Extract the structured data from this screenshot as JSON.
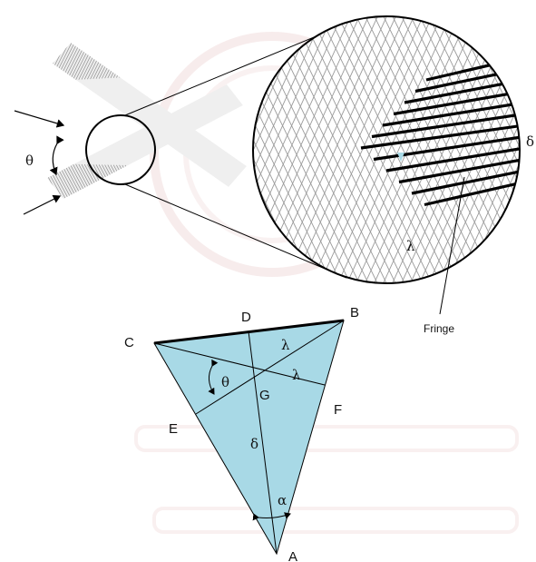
{
  "labels": {
    "theta_top": "θ",
    "delta_zoom": "δ",
    "lambda_zoom": "λ",
    "fringe": "Fringe",
    "point_d": "D",
    "point_b": "B",
    "point_c": "C",
    "point_e": "E",
    "point_f": "F",
    "point_g": "G",
    "point_a": "A",
    "theta_tri": "θ",
    "lambda_upper": "λ",
    "lambda_lower": "λ",
    "delta_tri": "δ",
    "alpha": "α"
  },
  "colors": {
    "triangle_fill": "#a8d9e6",
    "fringe_line": "#000000",
    "grating_line": "#9a9a9a",
    "outline": "#000000",
    "watermark": "#f2dede"
  }
}
